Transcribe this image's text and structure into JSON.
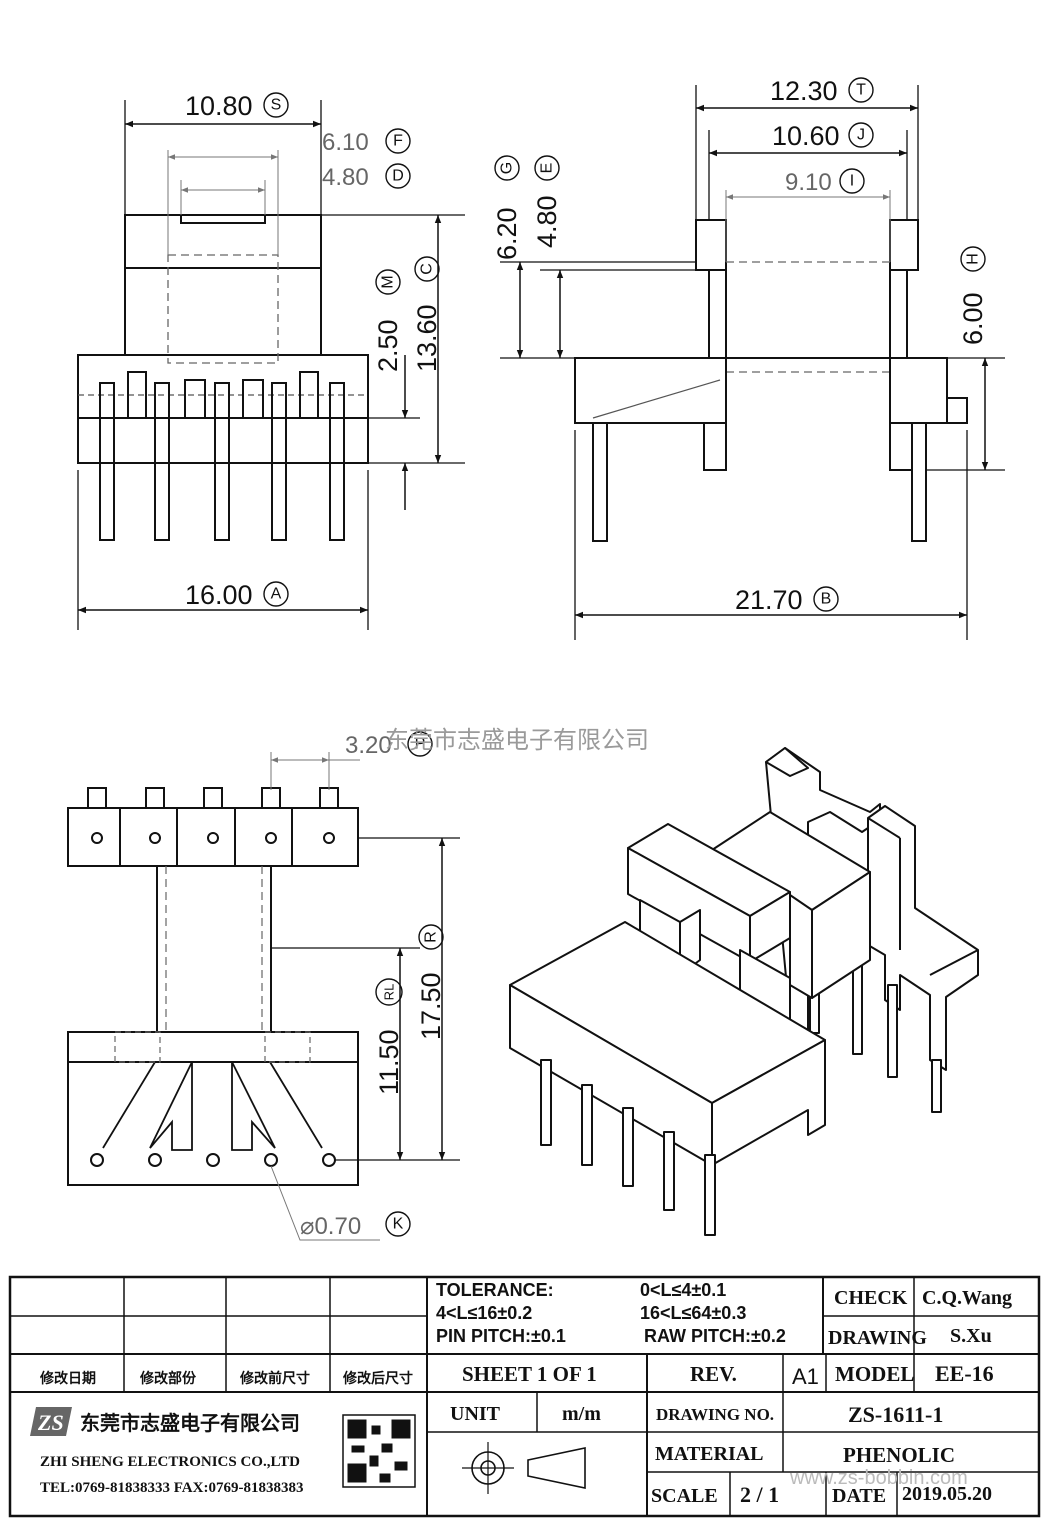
{
  "dimensions": {
    "s": {
      "value": "10.80",
      "ref": "S"
    },
    "f": {
      "value": "6.10",
      "ref": "F"
    },
    "d": {
      "value": "4.80",
      "ref": "D"
    },
    "m": {
      "value": "2.50",
      "ref": "M"
    },
    "c": {
      "value": "13.60",
      "ref": "C"
    },
    "a": {
      "value": "16.00",
      "ref": "A"
    },
    "t": {
      "value": "12.30",
      "ref": "T"
    },
    "j": {
      "value": "10.60",
      "ref": "J"
    },
    "i": {
      "value": "9.10",
      "ref": "I"
    },
    "g": {
      "value": "6.20",
      "ref": "G"
    },
    "e": {
      "value": "4.80",
      "ref": "E"
    },
    "h": {
      "value": "6.00",
      "ref": "H"
    },
    "b": {
      "value": "21.70",
      "ref": "B"
    },
    "p": {
      "value": "3.20",
      "ref": "P"
    },
    "r": {
      "value": "17.50",
      "ref": "R"
    },
    "rl": {
      "value": "11.50",
      "ref": "RL"
    },
    "k": {
      "value": "⌀0.70",
      "ref": "K"
    }
  },
  "watermark": {
    "text": "东莞市志盛电子有限公司",
    "url": "www.zs-bobbin.com"
  },
  "title_block": {
    "tolerance_label": "TOLERANCE:",
    "tol1": "0<L≤4±0.1",
    "tol2": "4<L≤16±0.2",
    "tol3": "16<L≤64±0.3",
    "tol4": "PIN PITCH:±0.1",
    "tol5": "RAW PITCH:±0.2",
    "check_label": "CHECK",
    "check_value": "C.Q.Wang",
    "drawing_label": "DRAWING",
    "drawing_value": "S.Xu",
    "rev_headers": [
      "修改日期",
      "修改部份",
      "修改前尺寸",
      "修改后尺寸"
    ],
    "sheet": "SHEET  1  OF  1",
    "rev_label": "REV.",
    "rev_value": "A1",
    "model_label": "MODEL",
    "model_value": "EE-16",
    "company_cn": "东莞市志盛电子有限公司",
    "company_en": "ZHI SHENG ELECTRONICS CO.,LTD",
    "contact": "TEL:0769-81838333 FAX:0769-81838383",
    "logo_text": "ZS",
    "unit_label": "UNIT",
    "unit_value": "m/m",
    "drawing_no_label": "DRAWING  NO.",
    "drawing_no_value": "ZS-1611-1",
    "material_label": "MATERIAL",
    "material_value": "PHENOLIC",
    "scale_label": "SCALE",
    "scale_value": "2  /  1",
    "date_label": "DATE",
    "date_value": "2019.05.20"
  }
}
